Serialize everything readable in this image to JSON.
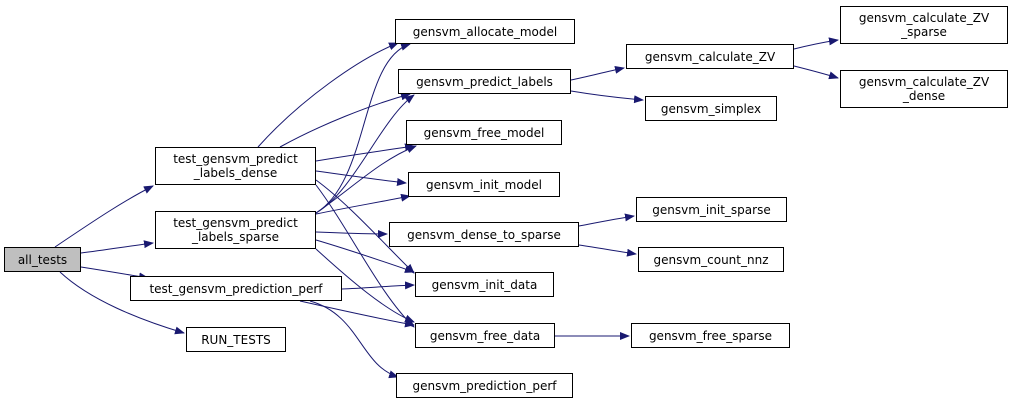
{
  "colors": {
    "edge": "#191970",
    "root_fill": "#bfbfbf",
    "node_fill": "#ffffff",
    "border": "#000000"
  },
  "nodes": {
    "all_tests": "all_tests",
    "predict_dense": "test_gensvm_predict\n_labels_dense",
    "predict_sparse": "test_gensvm_predict\n_labels_sparse",
    "prediction_perf_test": "test_gensvm_prediction_perf",
    "run_tests": "RUN_TESTS",
    "allocate_model": "gensvm_allocate_model",
    "predict_labels": "gensvm_predict_labels",
    "free_model": "gensvm_free_model",
    "init_model": "gensvm_init_model",
    "dense_to_sparse": "gensvm_dense_to_sparse",
    "init_data": "gensvm_init_data",
    "free_data": "gensvm_free_data",
    "prediction_perf": "gensvm_prediction_perf",
    "calculate_zv": "gensvm_calculate_ZV",
    "simplex": "gensvm_simplex",
    "init_sparse": "gensvm_init_sparse",
    "count_nnz": "gensvm_count_nnz",
    "free_sparse": "gensvm_free_sparse",
    "calculate_zv_sparse": "gensvm_calculate_ZV\n_sparse",
    "calculate_zv_dense": "gensvm_calculate_ZV\n_dense"
  }
}
